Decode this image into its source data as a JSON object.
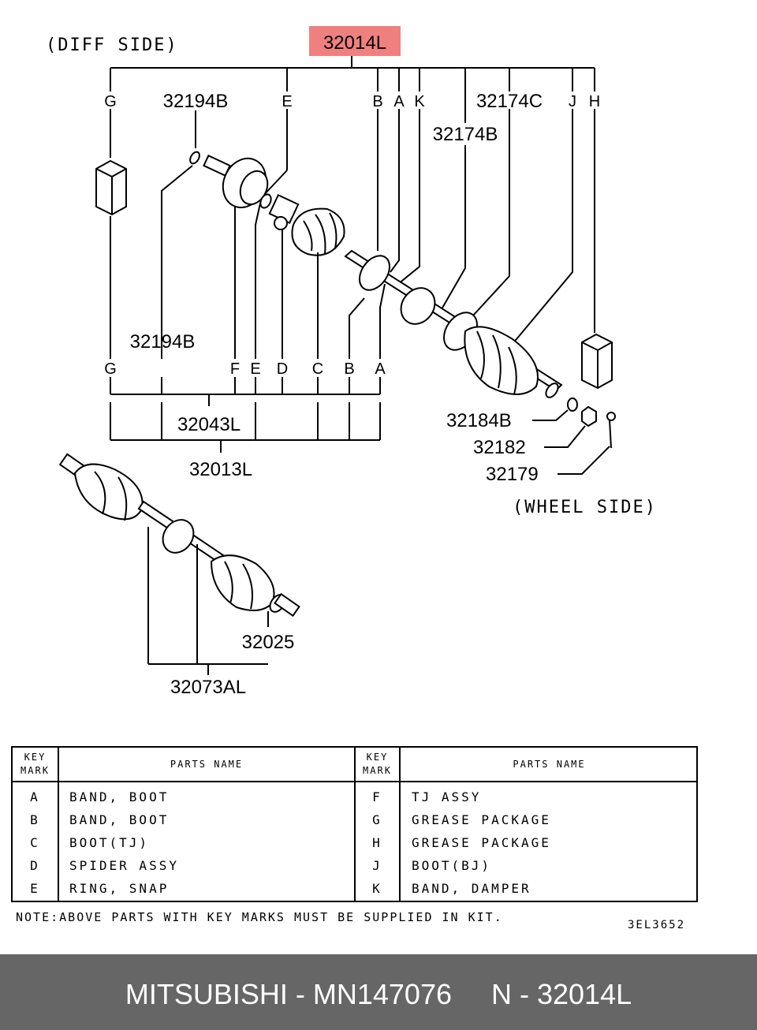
{
  "diagram": {
    "main_part": "32014L",
    "diff_side": "(DIFF SIDE)",
    "wheel_side": "(WHEEL SIDE)",
    "highlight_color": "#f08080",
    "top_keys": [
      "G",
      "E",
      "B",
      "A",
      "K",
      "J",
      "H"
    ],
    "bottom_keys": [
      "G",
      "F",
      "E",
      "D",
      "C",
      "B",
      "A"
    ],
    "parts": {
      "p32194B_top": "32194B",
      "p32194B_mid": "32194B",
      "p32174C": "32174C",
      "p32174B": "32174B",
      "p32043L": "32043L",
      "p32013L": "32013L",
      "p32184B": "32184B",
      "p32182": "32182",
      "p32179": "32179",
      "p32025": "32025",
      "p32073AL": "32073AL"
    }
  },
  "table": {
    "header_key": [
      "KEY",
      "MARK"
    ],
    "header_name": "PARTS NAME",
    "left_rows": [
      {
        "key": "A",
        "name": "BAND, BOOT"
      },
      {
        "key": "B",
        "name": "BAND, BOOT"
      },
      {
        "key": "C",
        "name": "BOOT(TJ)"
      },
      {
        "key": "D",
        "name": "SPIDER ASSY"
      },
      {
        "key": "E",
        "name": "RING, SNAP"
      }
    ],
    "right_rows": [
      {
        "key": "F",
        "name": "TJ ASSY"
      },
      {
        "key": "G",
        "name": "GREASE PACKAGE"
      },
      {
        "key": "H",
        "name": "GREASE PACKAGE"
      },
      {
        "key": "J",
        "name": "BOOT(BJ)"
      },
      {
        "key": "K",
        "name": "BAND, DAMPER"
      }
    ]
  },
  "note": "NOTE:ABOVE PARTS WITH KEY MARKS MUST BE SUPPLIED IN KIT.",
  "drawing_code": "3EL3652",
  "footer": {
    "text": "MITSUBISHI - MN147076     N - 32014L",
    "background": "#666666"
  }
}
